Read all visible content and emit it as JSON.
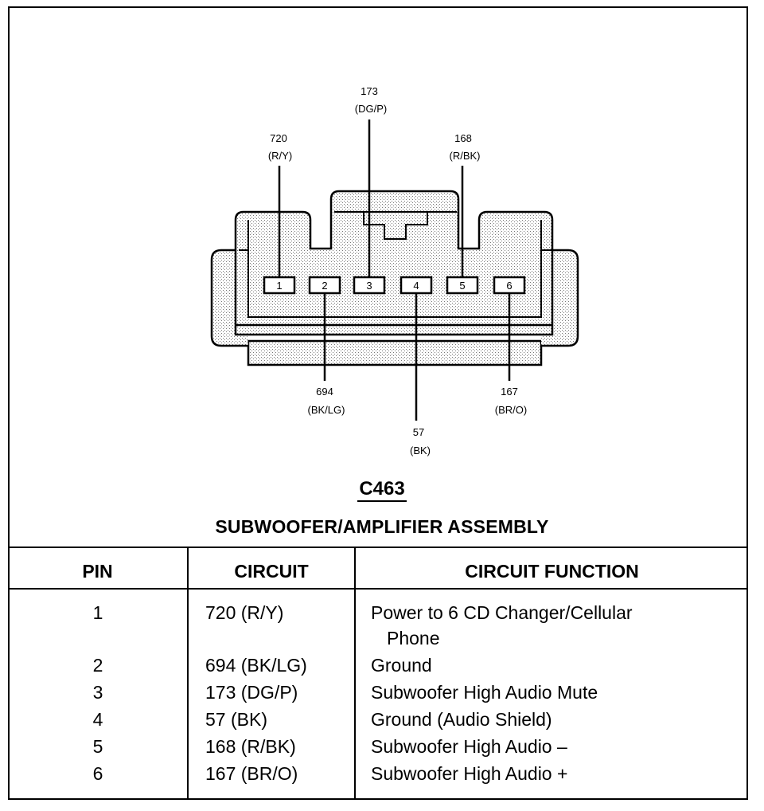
{
  "connector": {
    "id": "C463",
    "name": "SUBWOOFER/AMPLIFIER ASSEMBLY",
    "pin_numbers": [
      "1",
      "2",
      "3",
      "4",
      "5",
      "6"
    ]
  },
  "wire_labels": {
    "pin1": {
      "circuit": "720",
      "color": "(R/Y)"
    },
    "pin2": {
      "circuit": "694",
      "color": "(BK/LG)"
    },
    "pin3": {
      "circuit": "173",
      "color": "(DG/P)"
    },
    "pin4": {
      "circuit": "57",
      "color": "(BK)"
    },
    "pin5": {
      "circuit": "168",
      "color": "(R/BK)"
    },
    "pin6": {
      "circuit": "167",
      "color": "(BR/O)"
    }
  },
  "table": {
    "headers": {
      "pin": "PIN",
      "circuit": "CIRCUIT",
      "function": "CIRCUIT FUNCTION"
    },
    "rows": [
      {
        "pin": "1",
        "circuit": "720 (R/Y)",
        "function": "Power to 6 CD Changer/Cellular",
        "function_cont": "Phone"
      },
      {
        "pin": "2",
        "circuit": "694 (BK/LG)",
        "function": "Ground"
      },
      {
        "pin": "3",
        "circuit": "173 (DG/P)",
        "function": "Subwoofer High Audio Mute"
      },
      {
        "pin": "4",
        "circuit": "57 (BK)",
        "function": "Ground (Audio Shield)"
      },
      {
        "pin": "5",
        "circuit": "168 (R/BK)",
        "function": "Subwoofer High Audio –"
      },
      {
        "pin": "6",
        "circuit": "167 (BR/O)",
        "function": "Subwoofer High Audio +"
      }
    ]
  }
}
